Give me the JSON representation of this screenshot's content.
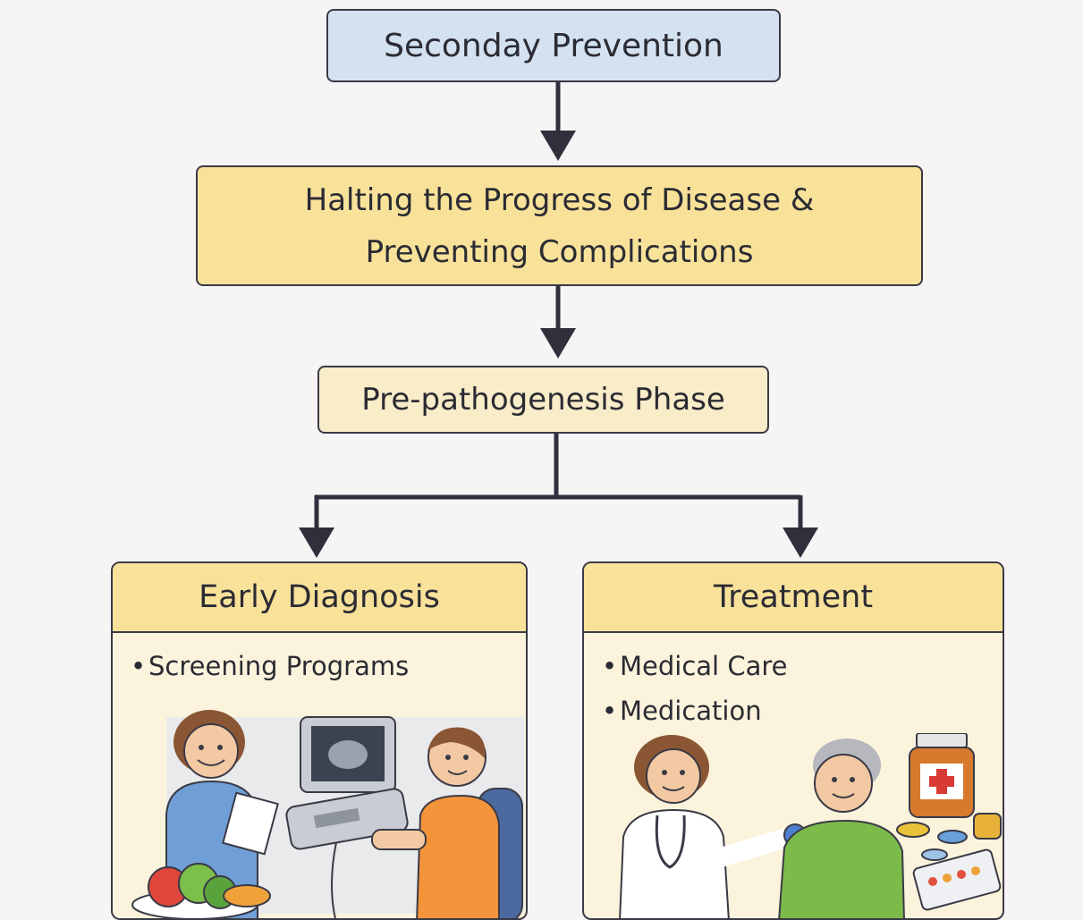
{
  "diagram": {
    "top_box": "Seconday Prevention",
    "mid_box": {
      "line1": "Halting the Progress of Disease &",
      "line2": "Preventing Complications"
    },
    "phase_box": "Pre-pathogenesis Phase",
    "left_panel": {
      "title": "Early Diagnosis",
      "items": [
        "Screening Programs"
      ],
      "illustration": "doctor-screening-patient-with-ultrasound-and-fruits"
    },
    "right_panel": {
      "title": "Treatment",
      "items": [
        "Medical Care",
        "Medication"
      ],
      "illustration": "doctor-treating-elderly-patient-with-medicine"
    },
    "colors": {
      "background": "#f7f4f6",
      "top_box": "#d4e1f1",
      "mid_box": "#f8e29a",
      "phase_box": "#f9ecc8",
      "panel_body": "#fbf3dc",
      "arrow": "#2f303c"
    }
  }
}
